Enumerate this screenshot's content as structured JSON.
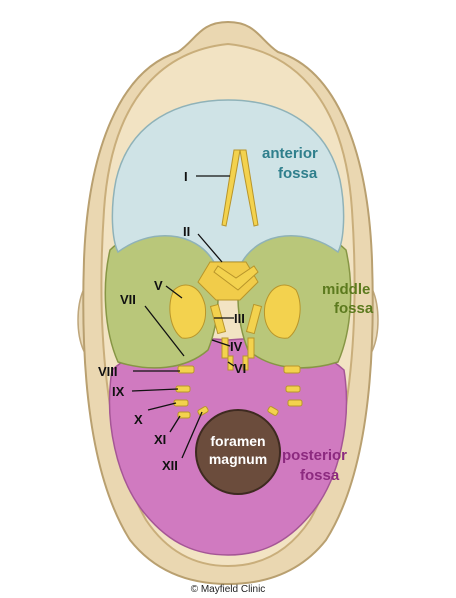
{
  "labels": {
    "anterior_line1": "anterior",
    "anterior_line2": "fossa",
    "middle_line1": "middle",
    "middle_line2": "fossa",
    "posterior_line1": "posterior",
    "posterior_line2": "fossa",
    "foramen_line1": "foramen",
    "foramen_line2": "magnum",
    "copyright": "© Mayfield Clinic"
  },
  "cranial_nerves": [
    "I",
    "II",
    "III",
    "IV",
    "V",
    "VI",
    "VII",
    "VIII",
    "IX",
    "X",
    "XI",
    "XII"
  ],
  "colors": {
    "anterior_fossa": "#cfe3e6",
    "middle_fossa": "#b9c77a",
    "posterior_fossa": "#d07ac0",
    "nerve": "#f3d24e",
    "bone": "#e6d1a8",
    "anterior_text": "#2f7f8c",
    "middle_text": "#5c7a1e",
    "posterior_text": "#8c2a7f"
  }
}
